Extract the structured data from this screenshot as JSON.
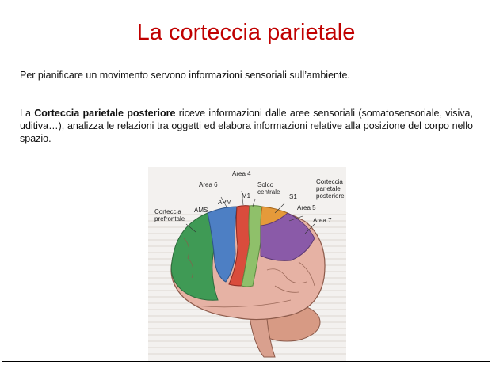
{
  "slide": {
    "title": "La corteccia parietale",
    "paragraph1": "Per pianificare un movimento servono informazioni sensoriali sull’ambiente.",
    "paragraph2_prefix": "La ",
    "paragraph2_bold": "Corteccia parietale posteriore",
    "paragraph2_suffix": " riceve informazioni dalle aree sensoriali (somatosensoriale, visiva, uditiva…), analizza le relazioni tra oggetti ed elabora informazioni relative alla posizione del corpo nello spazio."
  },
  "figure": {
    "labels": {
      "area6": "Area 6",
      "area4": "Area 4",
      "solco": "Solco\ncentrale",
      "corteccia_parietale": "Corteccia\nparietale\nposteriore",
      "apm": "APM",
      "m1": "M1",
      "s1": "S1",
      "ams": "AMS",
      "area5": "Area 5",
      "area7": "Area 7",
      "prefrontale": "Corteccia\nprefrontale"
    },
    "colors": {
      "prefrontal": "#3f9a55",
      "premotor": "#4d7fc4",
      "motor": "#d94c3c",
      "somatosensory": "#8fc06a",
      "area5": "#e59a3a",
      "area7": "#8a5aa8",
      "rest": "#e6b2a4",
      "cerebellum": "#d79a84"
    }
  }
}
